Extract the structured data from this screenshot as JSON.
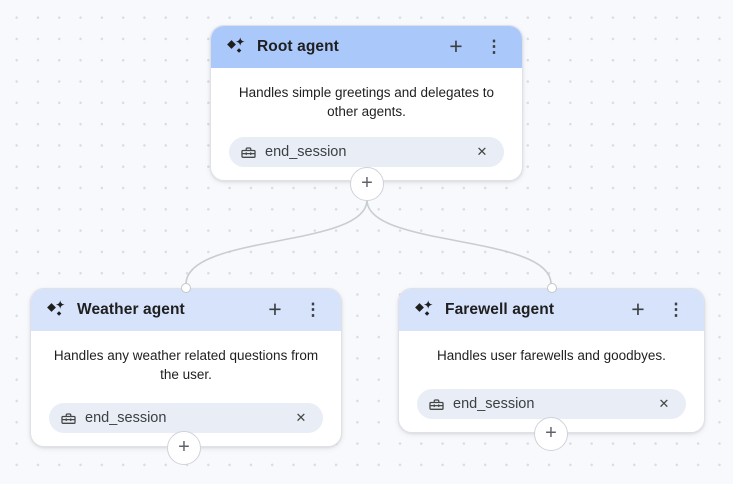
{
  "diagram": {
    "nodes": [
      {
        "title": "Root agent",
        "description": "Handles simple greetings and delegates to other agents.",
        "tool": "end_session"
      },
      {
        "title": "Weather agent",
        "description": "Handles any weather related questions from the user.",
        "tool": "end_session"
      },
      {
        "title": "Farewell agent",
        "description": "Handles user farewells and goodbyes.",
        "tool": "end_session"
      }
    ],
    "glyphs": {
      "add": "+",
      "menu": "⋮",
      "remove": "✕"
    },
    "colors": {
      "root_header": "#abc8fb",
      "child_header": "#d6e3fb",
      "chip_bg": "#e9edf6",
      "canvas_bg": "#f7f9fc",
      "connector": "#c9ccd1"
    }
  }
}
